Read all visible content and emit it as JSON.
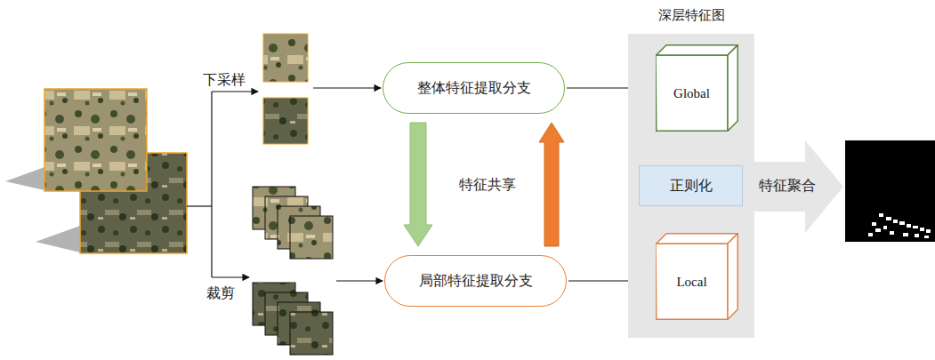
{
  "diagram": {
    "nodes": [
      {
        "text": [
          "整体特征提取分支"
        ]
      },
      {
        "text": [
          "局部特征提取分支"
        ]
      },
      {
        "text": [
          "深层特征图"
        ]
      },
      {
        "text": [
          "Global"
        ],
        "in": 2
      },
      {
        "text": [
          "正则化"
        ],
        "in": 2
      },
      {
        "text": [
          "Local"
        ],
        "in": 2
      }
    ],
    "edges": [
      {
        "from": 0,
        "to": 3,
        "arrow": "to"
      },
      {
        "from": 1,
        "to": 5,
        "arrow": "to"
      },
      {
        "from": 0,
        "to": 1,
        "arrow": "to"
      },
      {
        "from": 1,
        "to": 0,
        "arrow": "to"
      },
      {
        "from": 4,
        "to": 3,
        "arrow": "to"
      },
      {
        "from": 4,
        "to": 5,
        "arrow": "to"
      }
    ],
    "labels": [
      "下采样",
      "裁剪",
      "特征共享",
      "特征聚合"
    ]
  }
}
